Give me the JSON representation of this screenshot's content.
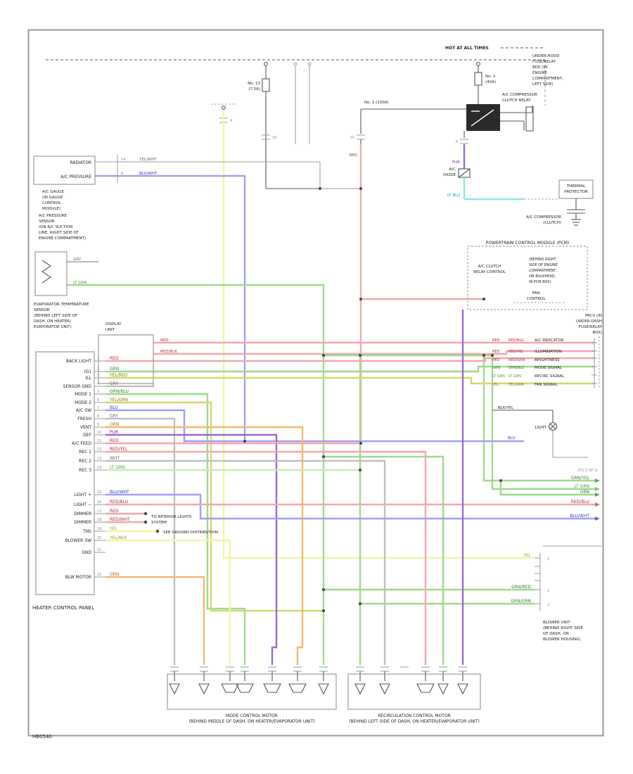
{
  "figure_id": "HB0540",
  "top": {
    "hot_label": "HOT AT ALL TIMES",
    "fusebox_note": [
      "UNDER-HOOD",
      "FUSE/RELAY",
      "BOX (IN",
      "ENGINE",
      "COMPARTMENT,",
      "LEFT SIDE)"
    ],
    "fuse_a": [
      "No. 2",
      "(40A)"
    ],
    "fuse_b": [
      "No. 13",
      "(7.5A)"
    ],
    "feed_label": "No. 1 (100A)",
    "relay_caption": [
      "A/C COMPRESSOR",
      "CLUTCH RELAY"
    ],
    "diode_label": [
      "A/C",
      "DIODE"
    ],
    "wire_red": "RED",
    "wire_pur": "PUR",
    "wire_ltblu": "LT BLU",
    "pin_16": "16",
    "pin_10": "10",
    "pin_4": "4",
    "pin_a": "A",
    "thermal": [
      "THERMAL",
      "PROTECTOR"
    ],
    "compressor": [
      "A/C COMPRESSOR",
      "(CLUTCH)"
    ]
  },
  "left": {
    "gauge_rows": [
      {
        "name": "RADIATOR",
        "pin": "14",
        "wire": "YEL/WHT"
      },
      {
        "name": "A/C PRESSURE",
        "pin": "8",
        "wire": "BLU/WHT"
      }
    ],
    "gauge_note": [
      "A/C GAUGE",
      "(IN GAUGE",
      "CONTROL",
      "MODULE)"
    ],
    "pressure_note": [
      "A/C PRESSURE",
      "SENSOR",
      "(ON A/C SUCTION",
      "LINE, RIGHT SIDE OF",
      "ENGINE COMPARTMENT)"
    ],
    "evap_wire1": "GRY",
    "evap_wire2": "LT GRN",
    "evap_note": [
      "EVAPORATOR TEMPERATURE",
      "SENSOR",
      "(BEHIND LEFT SIDE OF",
      "DASH, ON HEATER/",
      "EVAPORATOR UNIT)"
    ],
    "display_caption": [
      "DISPLAY",
      "UNIT"
    ],
    "display_rows": [
      "RED",
      "RED/BLK"
    ]
  },
  "panel": {
    "caption": "HEATER CONTROL PANEL",
    "rows": [
      {
        "pin": "1",
        "label": "BACK LIGHT",
        "wire": "RED"
      },
      {
        "pin": "2",
        "label": "IG1",
        "wire": "GRN"
      },
      {
        "pin": "3",
        "label": "ILL",
        "wire": "YEL/RED"
      },
      {
        "pin": "4",
        "label": "SENSOR GND",
        "wire": "GRY"
      },
      {
        "pin": "5",
        "label": "MODE 1",
        "wire": "GRN/BLU"
      },
      {
        "pin": "6",
        "label": "MODE 2",
        "wire": "YEL/GRN"
      },
      {
        "pin": "7",
        "label": "A/C SW",
        "wire": "BLU"
      },
      {
        "pin": "8",
        "label": "FRESH",
        "wire": "GRY"
      },
      {
        "pin": "9",
        "label": "VENT",
        "wire": "ORN"
      },
      {
        "pin": "10",
        "label": "DEF",
        "wire": "PUR"
      },
      {
        "pin": "11",
        "label": "A/C FEED",
        "wire": "RED"
      },
      {
        "pin": "12",
        "label": "REC 1",
        "wire": "RED/YEL"
      },
      {
        "pin": "13",
        "label": "REC 2",
        "wire": "WHT"
      },
      {
        "pin": "14",
        "label": "REC 3",
        "wire": "LT GRN"
      },
      {
        "pin": "15",
        "label": "LIGHT +",
        "wire": "BLU/WHT"
      },
      {
        "pin": "16",
        "label": "LIGHT −",
        "wire": "RED/BLU"
      },
      {
        "pin": "17",
        "label": "DIMMER",
        "wire": "RED"
      },
      {
        "pin": "18",
        "label": "DIMMER",
        "wire": "RED/WHT"
      },
      {
        "pin": "19",
        "label": "TNS",
        "wire": "YEL"
      },
      {
        "pin": "20",
        "label": "BLOWER SW",
        "wire": "YEL/BLK"
      },
      {
        "pin": "21",
        "label": "GND",
        "wire": ""
      },
      {
        "pin": "22",
        "label": "BLW MOTOR",
        "wire": "ORN"
      }
    ],
    "illum_note": [
      "TO INTERIOR LIGHTS",
      "SYSTEM"
    ],
    "ground_note": "SEE GROUND DISTRIBUTION"
  },
  "micu": {
    "title": [
      "MICU (IN",
      "UNDER-DASH",
      "FUSE/RELAY",
      "BOX)"
    ],
    "rows": [
      {
        "c1": "RED",
        "c2": "RED/BLU",
        "name": "A/C INDICATOR"
      },
      {
        "c1": "RED",
        "c2": "RED/YEL",
        "name": "ILLUMINATION"
      },
      {
        "c1": "RED",
        "c2": "RED/GRN",
        "name": "BRIGHTNESS"
      },
      {
        "c1": "GRN",
        "c2": "GRN/BLU",
        "name": "MODE SIGNAL"
      },
      {
        "c1": "LT GRN",
        "c2": "LT GRN",
        "name": "RECIRC SIGNAL"
      },
      {
        "c1": "YEL",
        "c2": "YEL/GRN",
        "name": "FAN SIGNAL"
      }
    ]
  },
  "pcm": {
    "title": "POWERTRAIN CONTROL MODULE (PCM)",
    "left_label": [
      "A/C CLUTCH",
      "RELAY CONTROL"
    ],
    "note": [
      "(BEHIND RIGHT",
      "SIDE OF ENGINE",
      "COMPARTMENT,",
      "ON BULKHEAD,",
      "IN PCM BOX)"
    ],
    "bottom_label": [
      "FAN",
      "CONTROL"
    ]
  },
  "right": {
    "light_wire": "BLK/YEL",
    "light_label": "LIGHT",
    "blu_label": "BLU",
    "to_note": "(TO 2 OF 2)",
    "arrows": [
      "GRN/YEL",
      "LT GRN",
      "GRN",
      "RED/BLU",
      "BLU/WHT"
    ],
    "blower": {
      "wires": [
        "YEL",
        "GRN/RED",
        "GRN/ORN"
      ],
      "pins": [
        "1",
        "2",
        "3"
      ],
      "caption": [
        "BLOWER UNIT",
        "(BEHIND RIGHT SIDE",
        "OF DASH, ON",
        "BLOWER HOUSING)"
      ]
    }
  },
  "bottom": {
    "mode_caption": [
      "MODE CONTROL MOTOR",
      "(BEHIND MIDDLE OF DASH, ON HEATER/EVAPORATOR UNIT)"
    ],
    "recirc_caption": [
      "RECIRCULATION CONTROL MOTOR",
      "(BEHIND LEFT SIDE OF DASH, ON HEATER/EVAPORATOR UNIT)"
    ]
  }
}
